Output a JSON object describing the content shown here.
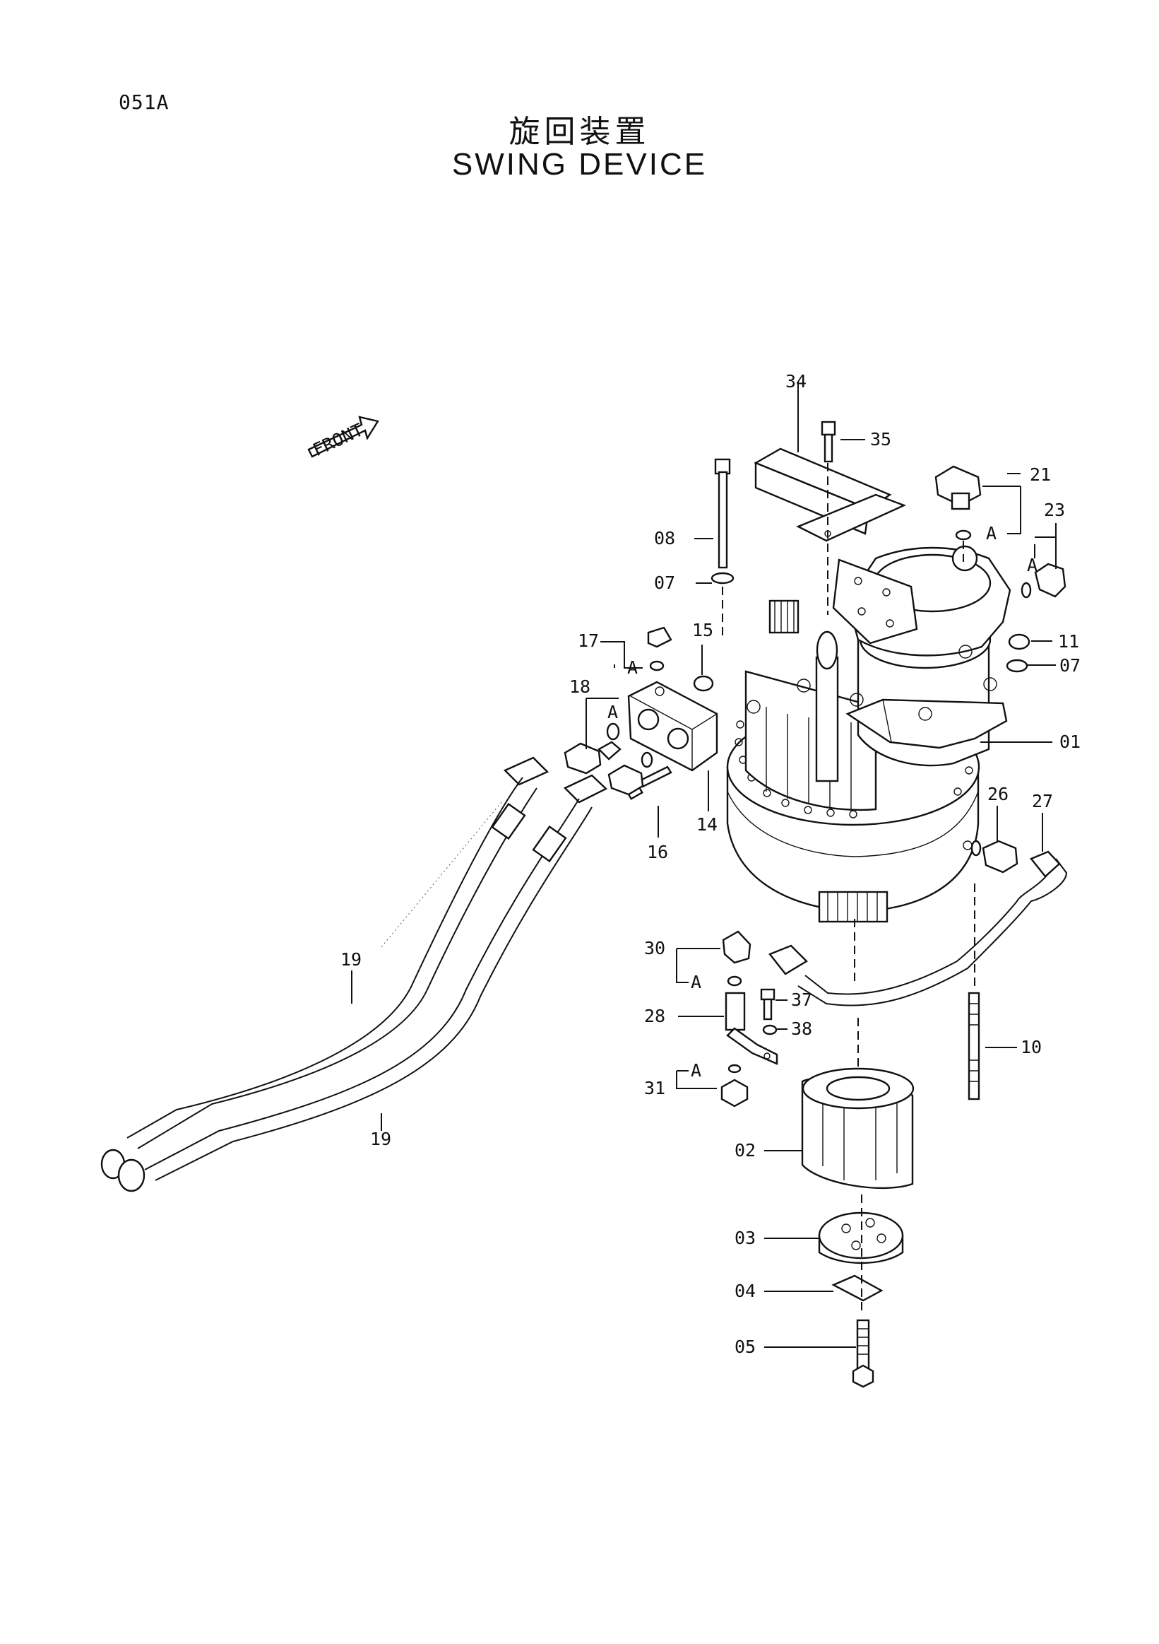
{
  "header": {
    "page_code": "051A",
    "title_jp": "旋回装置",
    "title_en": "SWING DEVICE"
  },
  "direction_marker": "FRONT",
  "callouts": {
    "p01": "01",
    "p02": "02",
    "p03": "03",
    "p04": "04",
    "p05": "05",
    "p07a": "07",
    "p07b": "07",
    "p08": "08",
    "p10": "10",
    "p11": "11",
    "p14": "14",
    "p15": "15",
    "p16": "16",
    "p17": "17",
    "p18": "18",
    "p19a": "19",
    "p19b": "19",
    "p21": "21",
    "p23": "23",
    "p26": "26",
    "p27": "27",
    "p28": "28",
    "p30": "30",
    "p31": "31",
    "p34": "34",
    "p35": "35",
    "p37": "37",
    "p38": "38"
  },
  "detail_marks": {
    "a17": "A",
    "a18": "A",
    "a21": "A",
    "a23": "A",
    "a30": "A",
    "a31": "A"
  }
}
